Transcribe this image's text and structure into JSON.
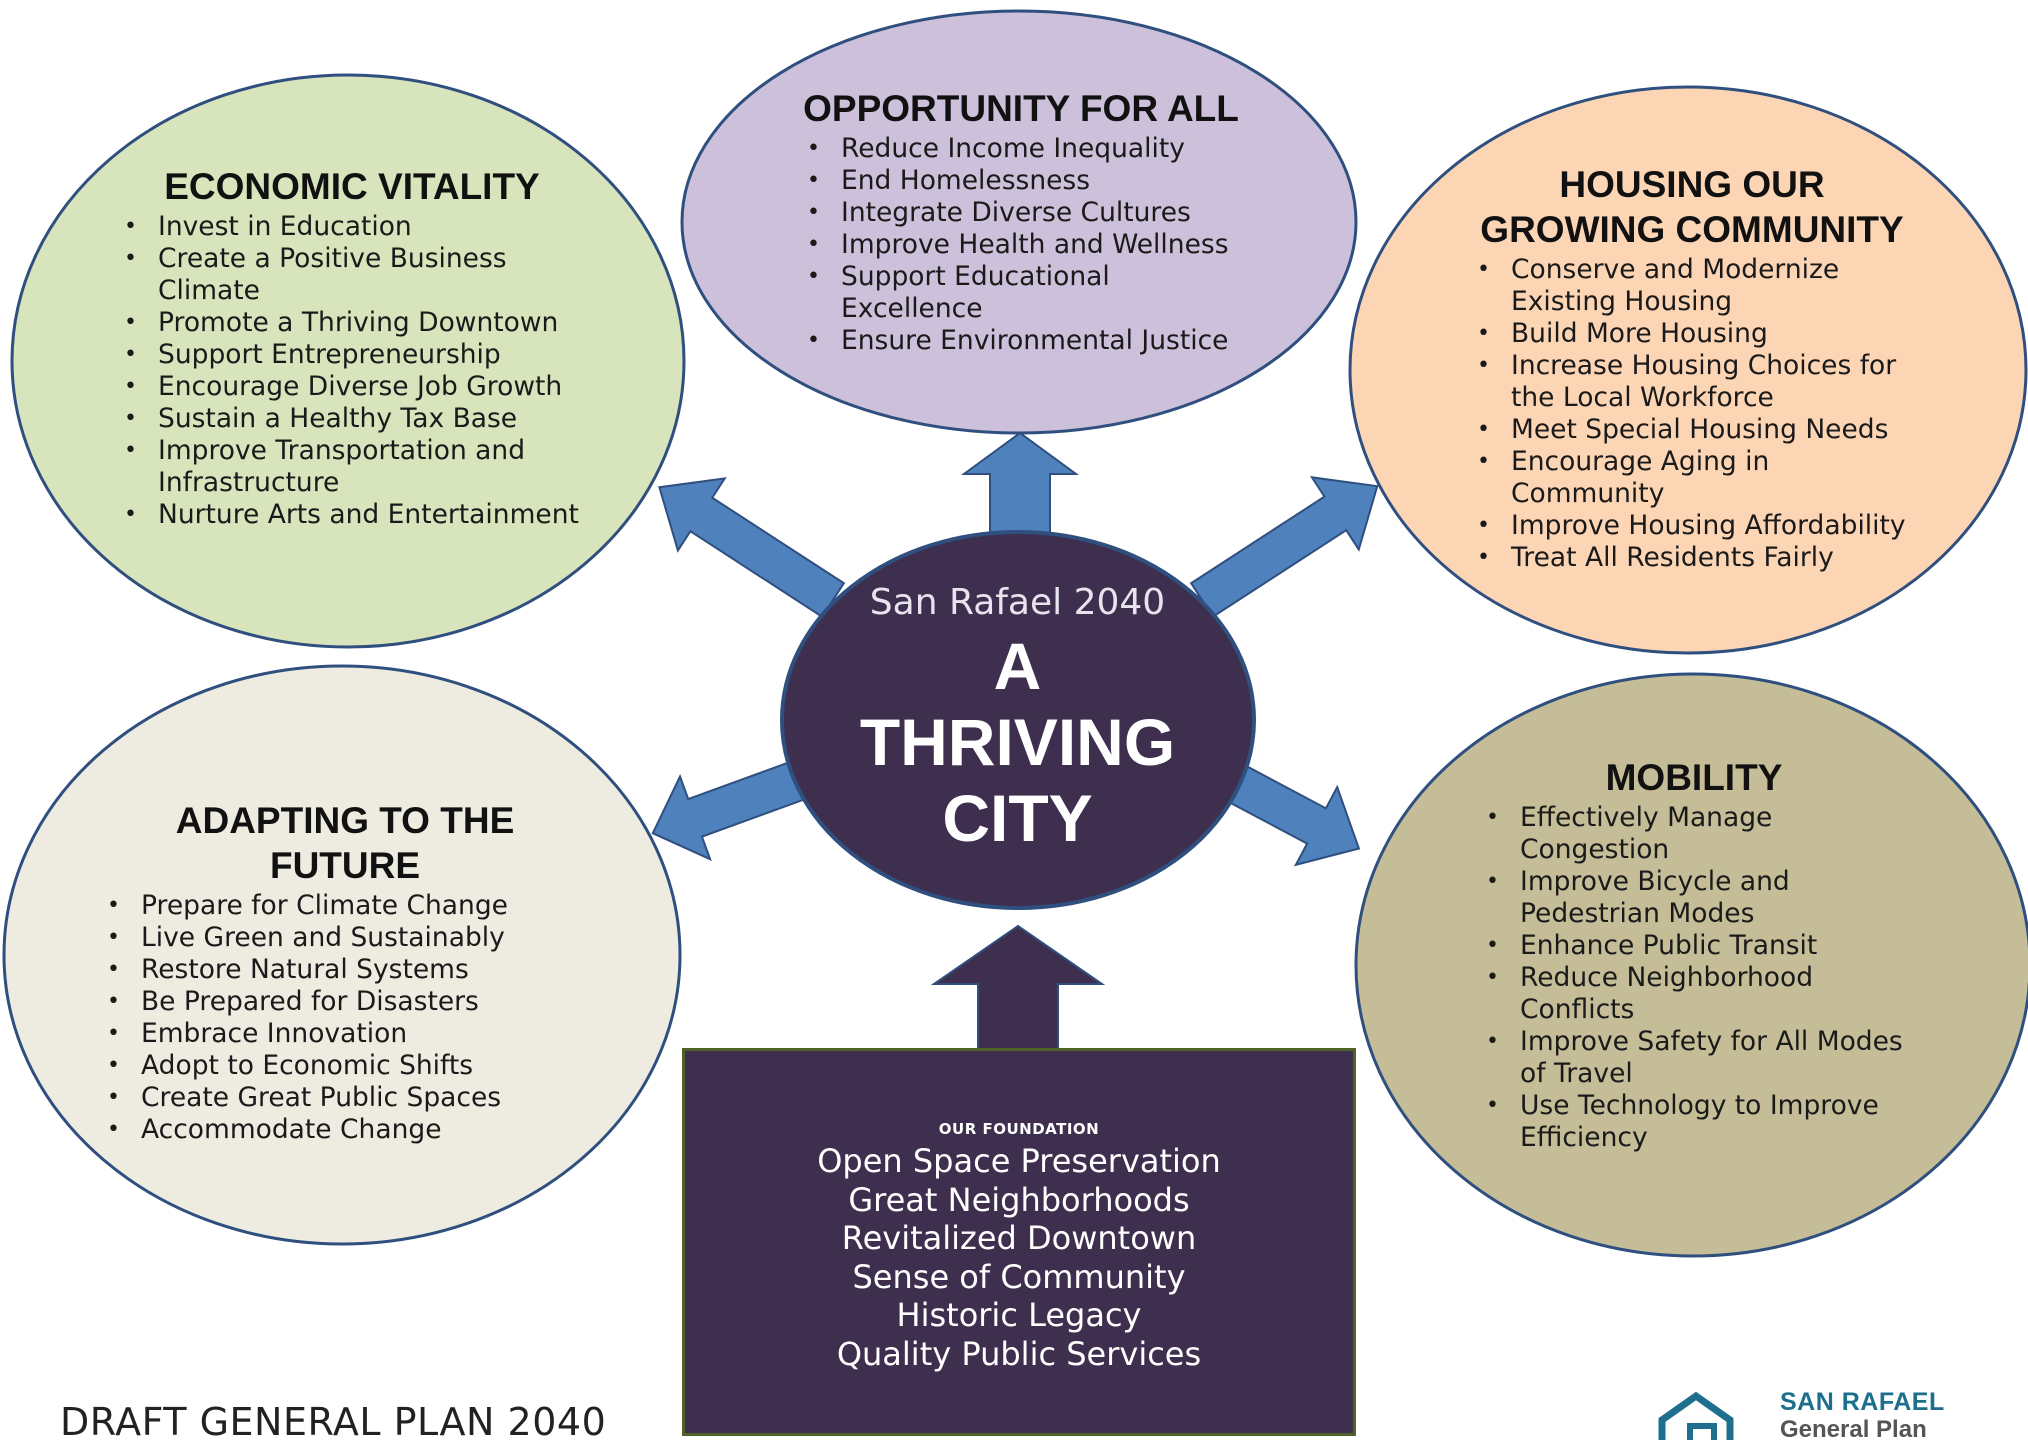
{
  "center": {
    "subtitle": "San Rafael 2040",
    "title_lines": [
      "A",
      "THRIVING",
      "CITY"
    ]
  },
  "bubbles": {
    "economic_vitality": {
      "title": "ECONOMIC VITALITY",
      "color": "#d8e4bc",
      "items": [
        "Invest in Education",
        "Create a Positive Business Climate",
        "Promote a Thriving Downtown",
        "Support Entrepreneurship",
        "Encourage Diverse Job Growth",
        "Sustain a Healthy Tax Base",
        "Improve Transportation and Infrastructure",
        "Nurture Arts and Entertainment"
      ]
    },
    "opportunity_for_all": {
      "title": "OPPORTUNITY FOR ALL",
      "color": "#ccc0da",
      "items": [
        "Reduce Income Inequality",
        "End Homelessness",
        "Integrate Diverse Cultures",
        "Improve Health and Wellness",
        "Support Educational Excellence",
        "Ensure Environmental Justice"
      ]
    },
    "housing": {
      "title": "HOUSING OUR GROWING COMMUNITY",
      "color": "#fcd5b5",
      "items": [
        "Conserve and Modernize Existing Housing",
        "Build More Housing",
        "Increase Housing Choices for the Local Workforce",
        "Meet Special Housing Needs",
        "Encourage Aging in Community",
        "Improve Housing Affordability",
        "Treat All Residents Fairly"
      ]
    },
    "adapting": {
      "title": "ADAPTING TO THE FUTURE",
      "color": "#eeece1",
      "items": [
        "Prepare for Climate Change",
        "Live Green and Sustainably",
        "Restore Natural Systems",
        "Be Prepared for Disasters",
        "Embrace Innovation",
        "Adopt to Economic Shifts",
        "Create Great Public Spaces",
        "Accommodate Change"
      ]
    },
    "mobility": {
      "title": "MOBILITY",
      "color": "#c4bd97",
      "items": [
        "Effectively Manage Congestion",
        "Improve Bicycle and Pedestrian Modes",
        "Enhance Public Transit",
        "Reduce Neighborhood Conflicts",
        "Improve Safety for All Modes of Travel",
        "Use Technology to Improve Efficiency"
      ]
    }
  },
  "foundation": {
    "label": "OUR FOUNDATION",
    "items": [
      "Open Space Preservation",
      "Great Neighborhoods",
      "Revitalized Downtown",
      "Sense of Community",
      "Historic Legacy",
      "Quality Public Services"
    ]
  },
  "footer": {
    "text": "DRAFT GENERAL PLAN 2040"
  },
  "logo": {
    "name": "SAN RAFAEL",
    "subtitle": "General Plan",
    "icon": "house-outline-icon"
  },
  "colors": {
    "center_fill": "#3e2f4f",
    "arrow_fill": "#4f81bd",
    "bubble_stroke": "#2f4f7f",
    "foundation_border": "#4f6228"
  }
}
